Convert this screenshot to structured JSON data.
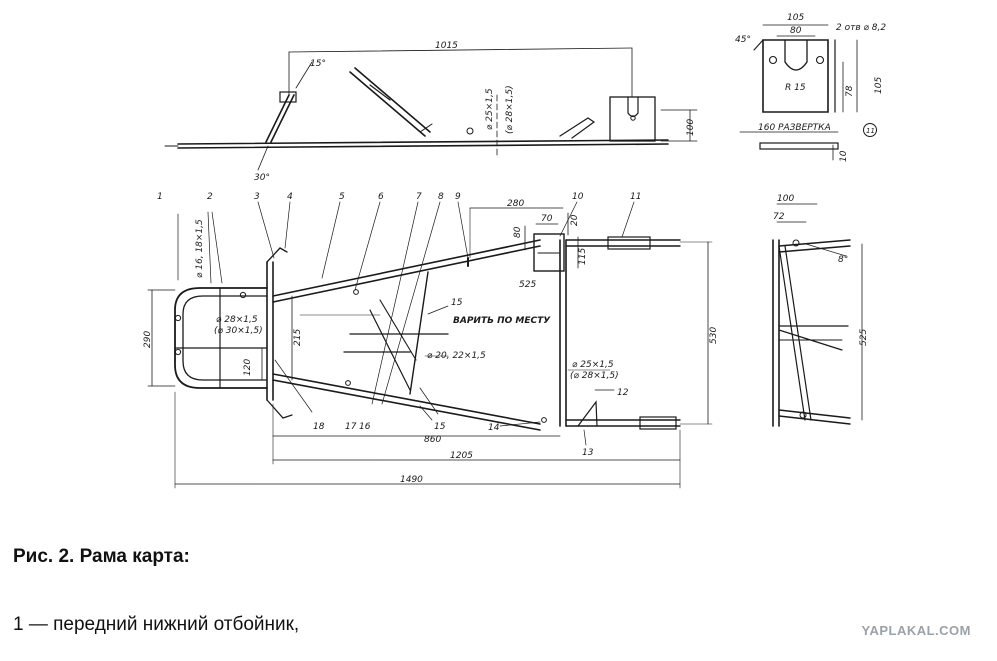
{
  "drawing": {
    "side_view": {
      "dims": [
        "1015",
        "15°",
        "30°",
        "⌀ 25×1,5",
        "(⌀ 28×1,5)",
        "100"
      ]
    },
    "bracket": {
      "dims": [
        "105",
        "80",
        "2 отв ⌀ 8,2",
        "45°",
        "R 15",
        "78",
        "105",
        "160 РАЗВЕРТКА",
        "10",
        "11"
      ]
    },
    "plan_view": {
      "callouts": [
        "1",
        "2",
        "3",
        "4",
        "5",
        "6",
        "7",
        "8",
        "9",
        "10",
        "11",
        "12",
        "13",
        "14",
        "15",
        "15",
        "16",
        "17",
        "18"
      ],
      "dims": [
        "280",
        "70",
        "20",
        "80",
        "115",
        "525",
        "530",
        "215",
        "120",
        "860",
        "1205",
        "1490",
        "290"
      ],
      "notes": [
        "⌀ 16, 18×1,5",
        "⌀ 28×1,5",
        "(⌀ 30×1,5)",
        "ВАРИТЬ ПО МЕСТУ",
        "⌀ 20, 22×1,5",
        "⌀ 25×1,5",
        "(⌀ 28×1,5)"
      ]
    },
    "end_view": {
      "dims": [
        "100",
        "72",
        "8°",
        "525"
      ]
    }
  },
  "caption": {
    "title": "Рис. 2. Рама карта:",
    "item": "1 — передний нижний отбойник,"
  },
  "watermark": "YAPLAKAL.COM"
}
